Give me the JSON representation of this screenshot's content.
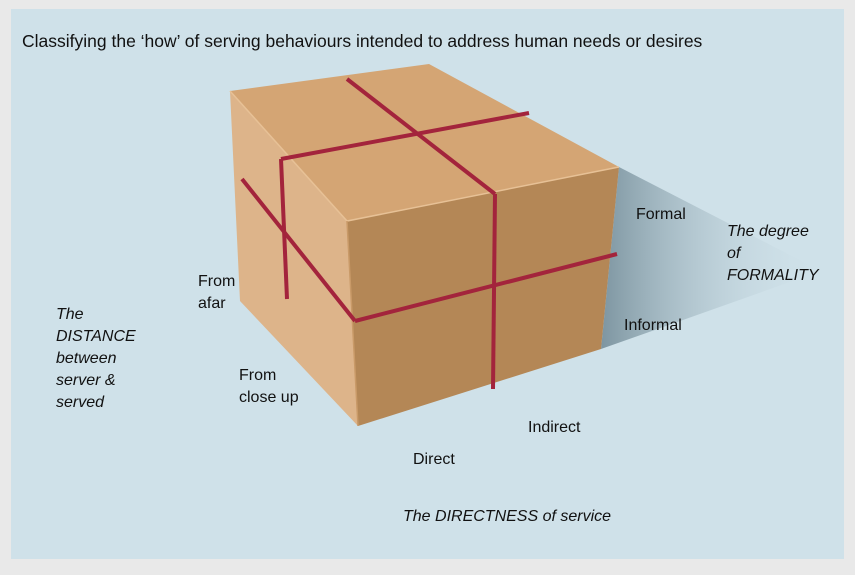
{
  "title": "Classifying the ‘how’ of serving behaviours intended to address human needs or desires",
  "axes": {
    "formality": {
      "name_lines": [
        "The degree",
        "of",
        "FORMALITY"
      ],
      "high": "Formal",
      "low": "Informal"
    },
    "distance": {
      "name_lines": [
        "The",
        "DISTANCE",
        "between",
        "server &",
        "served"
      ],
      "far_lines": [
        "From",
        "afar"
      ],
      "near_lines": [
        "From",
        "close up"
      ]
    },
    "directness": {
      "name": "The DIRECTNESS of service",
      "direct": "Direct",
      "indirect": "Indirect"
    }
  },
  "colors": {
    "background": "#cfe1e9",
    "box_top": "#d4a574",
    "box_left": "#ddb48a",
    "box_front": "#b48756",
    "tape": "#a3243c"
  }
}
